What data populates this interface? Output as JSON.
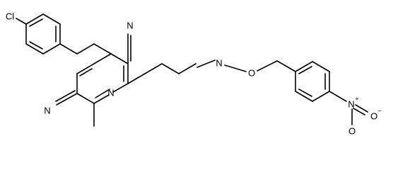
{
  "molecule": {
    "atom_labels": {
      "cl": "Cl",
      "nitrile_top_n": "N",
      "nitrile_left_n": "N",
      "pyridine_n": "N",
      "imine_n": "N",
      "oxime_o": "O",
      "nitro_n": "N",
      "nitro_o_right": "O",
      "nitro_o_bottom": "O",
      "nitro_n_charge": "+",
      "nitro_o_charge": "−"
    },
    "colors": {
      "bond": "#000000",
      "text": "#000000",
      "background": "#ffffff"
    }
  }
}
